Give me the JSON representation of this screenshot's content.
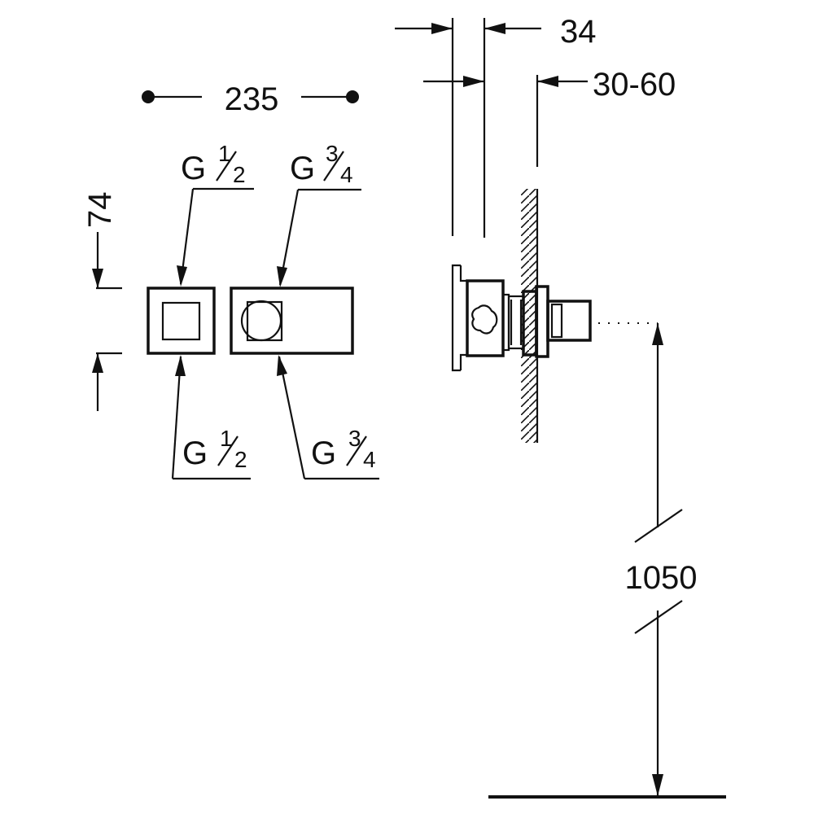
{
  "dimensions": {
    "width_overall": "235",
    "height_overall": "74",
    "depth_body": "34",
    "wall_range": "30-60",
    "mount_height": "1050"
  },
  "connections": {
    "top_left": {
      "letter": "G",
      "num": "1",
      "den": "2"
    },
    "top_right": {
      "letter": "G",
      "num": "3",
      "den": "4"
    },
    "bottom_left": {
      "letter": "G",
      "num": "1",
      "den": "2"
    },
    "bottom_right": {
      "letter": "G",
      "num": "3",
      "den": "4"
    }
  }
}
